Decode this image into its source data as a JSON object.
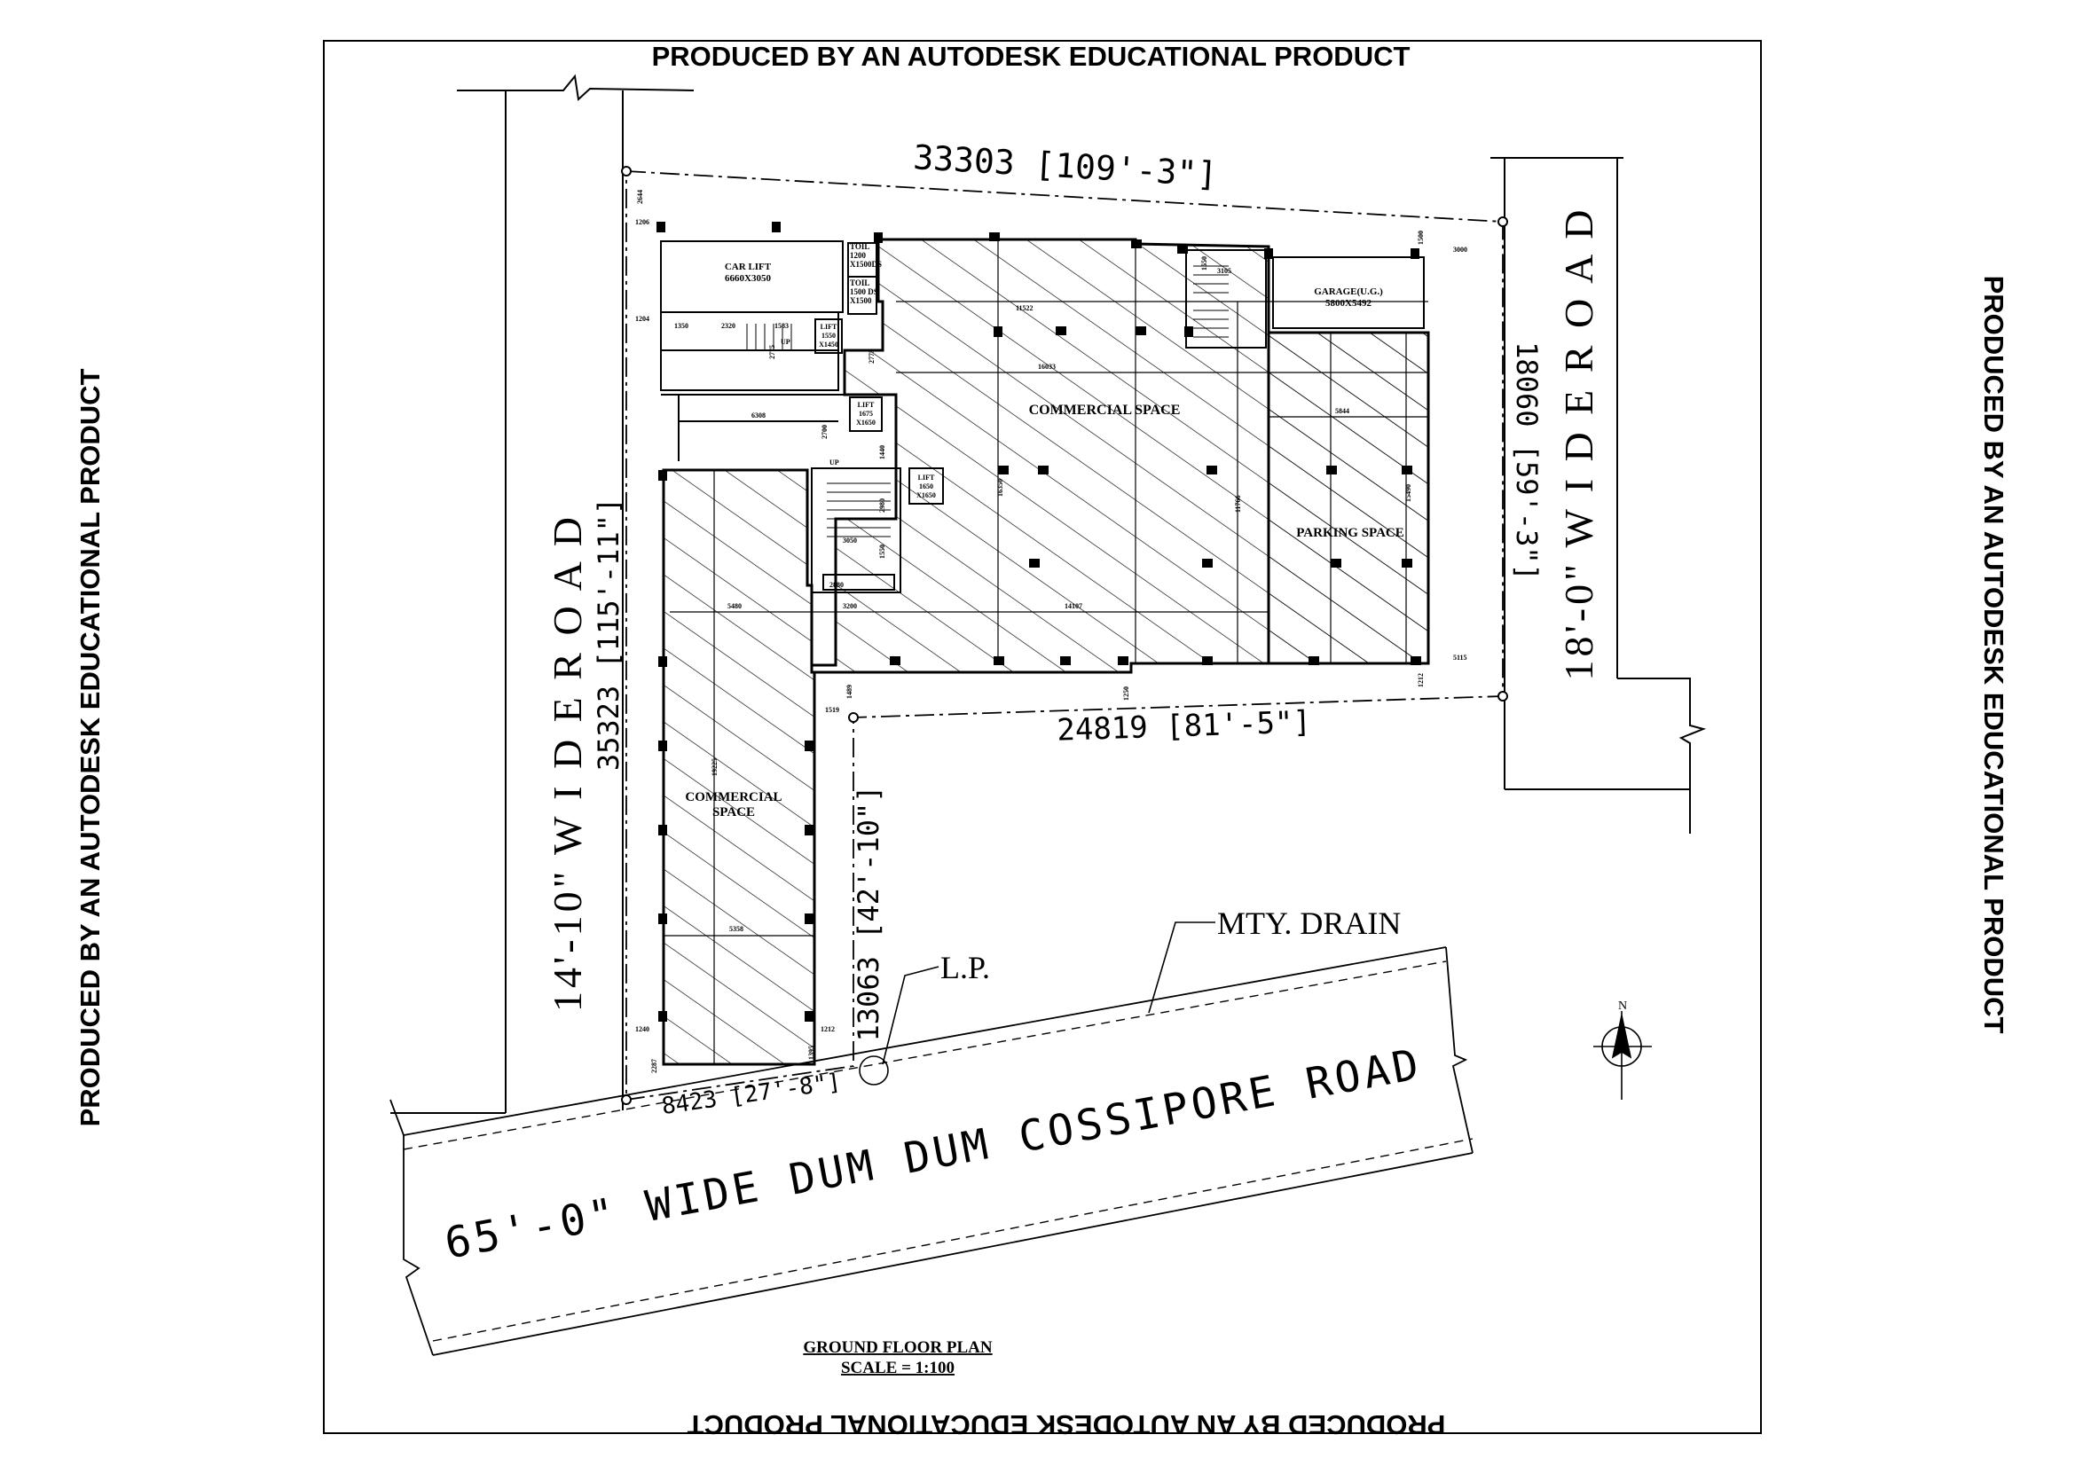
{
  "watermark": "PRODUCED BY AN AUTODESK EDUCATIONAL PRODUCT",
  "roads": {
    "west": "14'-10\" W I D E  R O A D",
    "east": "18'-0\"  W I D E  R O A D",
    "main": "65'-0\" WIDE DUM DUM COSSIPORE ROAD"
  },
  "dimensions": {
    "north": "33303 [109'-3\"]",
    "west": "35323 [115'-11\"]",
    "east": "18060 [59'-3\"]",
    "mid": "24819 [81'-5\"]",
    "southwest": "13063 [42'-10\"]",
    "south": "8423 [27'-8\"]"
  },
  "labels": {
    "drain": "MTY. DRAIN",
    "lamp_post": "L.P.",
    "commercial_main": "COMMERCIAL SPACE",
    "commercial_west_1": "COMMERCIAL",
    "commercial_west_2": "SPACE",
    "parking": "PARKING SPACE",
    "car_lift_1": "CAR LIFT",
    "car_lift_2": "6660X3050",
    "garage_1": "GARAGE(U.G.)",
    "garage_2": "5800X5492",
    "toil_1": "TOIL",
    "toil_2": "1200",
    "toil_3": "X1500DS",
    "toil_4": "TOIL",
    "toil_5": "1500 DS",
    "toil_6": "X1500",
    "lift1_1": "LIFT",
    "lift1_2": "1550",
    "lift1_3": "X1450",
    "lift2_1": "LIFT",
    "lift2_2": "1675",
    "lift2_3": "X1650",
    "lift3_1": "LIFT",
    "lift3_2": "1650",
    "lift3_3": "X1650",
    "up_1": "UP",
    "up_2": "UP"
  },
  "small_dims": {
    "d1206": "1206",
    "d2644": "2644",
    "d1204": "1204",
    "d1350": "1350",
    "d2320": "2320",
    "d1583": "1583",
    "d2775a": "2775",
    "d2775b": "2775",
    "d11522": "11522",
    "d16033": "16033",
    "d6308": "6308",
    "d2700": "2700",
    "d1440": "1440",
    "d3050": "3050",
    "d5480": "5480",
    "d3200": "3200",
    "d14107": "14107",
    "d16350": "16350",
    "d11766": "11766",
    "d15490": "15490",
    "d5844": "5844",
    "d1500": "1500",
    "d3000": "3000",
    "d3105": "3105",
    "d1550": "1550",
    "d5115": "5115",
    "d1212": "1212",
    "d1250": "1250",
    "d1489": "1489",
    "d1519": "1519",
    "d19225": "19225",
    "d5358": "5358",
    "d1240": "1240",
    "d2287": "2287",
    "d1212b": "1212",
    "d1395": "1395",
    "d2980": "2980",
    "d2880": "2880",
    "d1550b": "1550"
  },
  "title": {
    "line1": "GROUND FLOOR PLAN",
    "line2": "SCALE = 1:100"
  },
  "north_label": "N"
}
